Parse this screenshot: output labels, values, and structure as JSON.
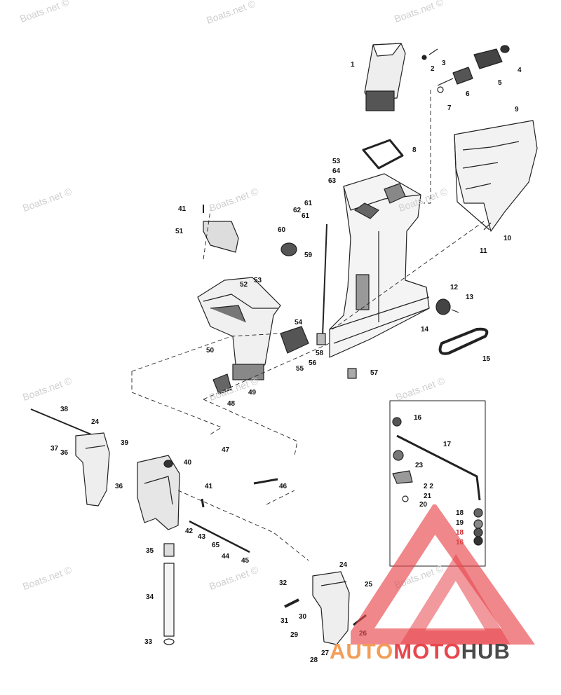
{
  "watermark": "Boats.net ©",
  "logo": {
    "part1": "AUTO",
    "part2": "MOTO",
    "part3": "HUB",
    "colors": {
      "part1": "#f39d57",
      "part2": "#e8464d",
      "part3": "#4a4a4a",
      "triangle": "#e8464d"
    }
  },
  "callouts": [
    {
      "id": "c1",
      "text": "1"
    },
    {
      "id": "c2",
      "text": "2"
    },
    {
      "id": "c3",
      "text": "3"
    },
    {
      "id": "c4",
      "text": "4"
    },
    {
      "id": "c5",
      "text": "5"
    },
    {
      "id": "c6",
      "text": "6"
    },
    {
      "id": "c7",
      "text": "7"
    },
    {
      "id": "c8",
      "text": "8"
    },
    {
      "id": "c9",
      "text": "9"
    },
    {
      "id": "c10",
      "text": "10"
    },
    {
      "id": "c11",
      "text": "11"
    },
    {
      "id": "c12",
      "text": "12"
    },
    {
      "id": "c13",
      "text": "13"
    },
    {
      "id": "c14",
      "text": "14"
    },
    {
      "id": "c15",
      "text": "15"
    },
    {
      "id": "c16a",
      "text": "16"
    },
    {
      "id": "c17",
      "text": "17"
    },
    {
      "id": "c23",
      "text": "23"
    },
    {
      "id": "c22",
      "text": "2 2"
    },
    {
      "id": "c21",
      "text": "21"
    },
    {
      "id": "c20",
      "text": "20"
    },
    {
      "id": "c18a",
      "text": "18"
    },
    {
      "id": "c19",
      "text": "19"
    },
    {
      "id": "c18b",
      "text": "18"
    },
    {
      "id": "c16b",
      "text": "16"
    },
    {
      "id": "c53a",
      "text": "53"
    },
    {
      "id": "c64",
      "text": "64"
    },
    {
      "id": "c63",
      "text": "63"
    },
    {
      "id": "c61a",
      "text": "61"
    },
    {
      "id": "c62",
      "text": "62"
    },
    {
      "id": "c61b",
      "text": "61"
    },
    {
      "id": "c41a",
      "text": "41"
    },
    {
      "id": "c51",
      "text": "51"
    },
    {
      "id": "c60",
      "text": "60"
    },
    {
      "id": "c59",
      "text": "59"
    },
    {
      "id": "c52",
      "text": "52"
    },
    {
      "id": "c53b",
      "text": "53"
    },
    {
      "id": "c54",
      "text": "54"
    },
    {
      "id": "c50",
      "text": "50"
    },
    {
      "id": "c56",
      "text": "56"
    },
    {
      "id": "c55",
      "text": "55"
    },
    {
      "id": "c58",
      "text": "58"
    },
    {
      "id": "c57",
      "text": "57"
    },
    {
      "id": "c49",
      "text": "49"
    },
    {
      "id": "c48",
      "text": "48"
    },
    {
      "id": "c38",
      "text": "38"
    },
    {
      "id": "c24a",
      "text": "24"
    },
    {
      "id": "c37",
      "text": "37"
    },
    {
      "id": "c36a",
      "text": "36"
    },
    {
      "id": "c39",
      "text": "39"
    },
    {
      "id": "c36b",
      "text": "36"
    },
    {
      "id": "c40",
      "text": "40"
    },
    {
      "id": "c47",
      "text": "47"
    },
    {
      "id": "c46",
      "text": "46"
    },
    {
      "id": "c41b",
      "text": "41"
    },
    {
      "id": "c42",
      "text": "42"
    },
    {
      "id": "c43",
      "text": "43"
    },
    {
      "id": "c65",
      "text": "65"
    },
    {
      "id": "c44",
      "text": "44"
    },
    {
      "id": "c45",
      "text": "45"
    },
    {
      "id": "c35",
      "text": "35"
    },
    {
      "id": "c34",
      "text": "34"
    },
    {
      "id": "c33",
      "text": "33"
    },
    {
      "id": "c24b",
      "text": "24"
    },
    {
      "id": "c32",
      "text": "32"
    },
    {
      "id": "c25",
      "text": "25"
    },
    {
      "id": "c31",
      "text": "31"
    },
    {
      "id": "c30",
      "text": "30"
    },
    {
      "id": "c29",
      "text": "29"
    },
    {
      "id": "c26",
      "text": "26"
    },
    {
      "id": "c27",
      "text": "27"
    },
    {
      "id": "c28",
      "text": "28"
    }
  ]
}
